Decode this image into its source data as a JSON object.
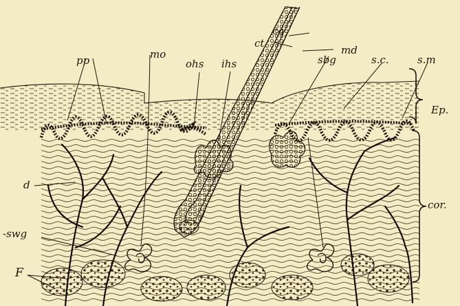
{
  "figure": {
    "labels": {
      "ca": "ca",
      "ct": "ct",
      "md": "md",
      "pp": "pp",
      "mo": "mo",
      "ohs": "ohs",
      "ihs": "ihs",
      "sbg": "sbg",
      "sc": "s.c.",
      "sm": "s.m",
      "ep": "Ep.",
      "d": "d",
      "swg": "-swg",
      "F": "F",
      "cor": "cor."
    },
    "colors": {
      "paper": "#f4ecc4",
      "ink": "#1c140c"
    }
  }
}
